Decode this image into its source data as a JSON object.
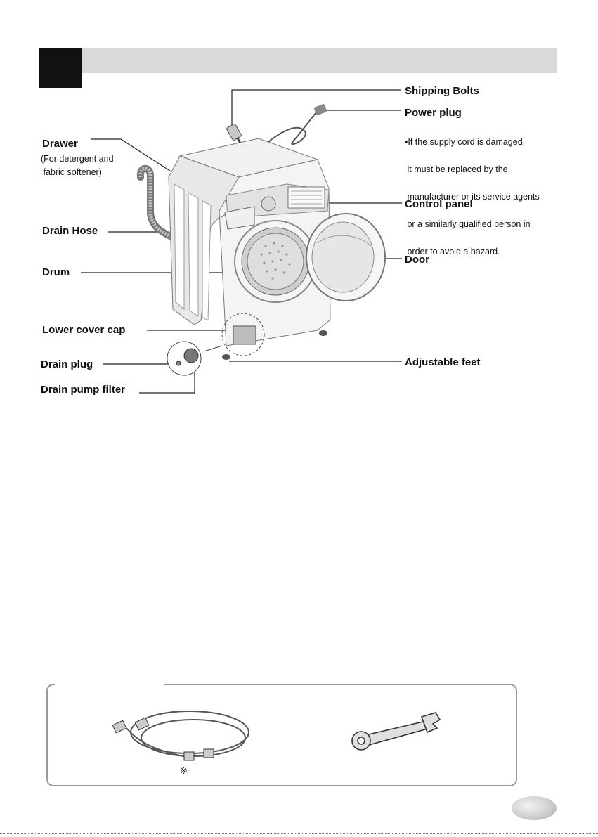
{
  "labels": {
    "shipping_bolts": "Shipping Bolts",
    "power_plug": "Power plug",
    "power_plug_note": [
      "•If the supply cord is damaged,",
      " it must be replaced by the",
      " manufacturer or its service agents",
      " or a similarly qualified person in",
      " order to avoid a hazard."
    ],
    "drawer": "Drawer",
    "drawer_sub": [
      "(For detergent and",
      " fabric softener)"
    ],
    "control_panel": "Control panel",
    "drain_hose": "Drain Hose",
    "door": "Door",
    "drum": "Drum",
    "lower_cover_cap": "Lower cover cap",
    "drain_plug": "Drain plug",
    "adjustable_feet": "Adjustable feet",
    "drain_pump_filter": "Drain pump filter"
  },
  "accessories": {
    "asterisk": "※"
  }
}
